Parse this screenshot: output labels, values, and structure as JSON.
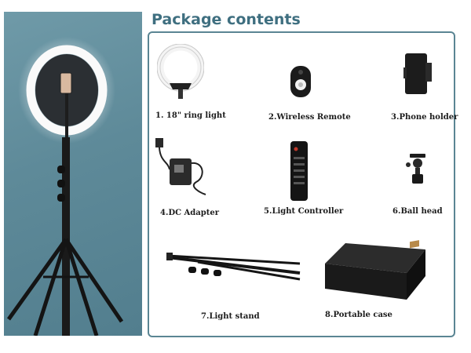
{
  "title": "Package contents",
  "items": [
    {
      "label": "1.  18\" ring light",
      "icon": "ring-light"
    },
    {
      "label": "2.Wireless Remote",
      "icon": "wireless-remote"
    },
    {
      "label": "3.Phone holder",
      "icon": "phone-holder"
    },
    {
      "label": "4.DC  Adapter",
      "icon": "dc-adapter"
    },
    {
      "label": "5.Light Controller",
      "icon": "light-controller"
    },
    {
      "label": "6.Ball head",
      "icon": "ball-head"
    },
    {
      "label": "7.Light stand",
      "icon": "light-stand"
    },
    {
      "label": "8.Portable case",
      "icon": "portable-case"
    }
  ],
  "colors": {
    "accent": "#3f6f80",
    "hero_bg": "#5e8a99",
    "border": "#5a8593"
  }
}
